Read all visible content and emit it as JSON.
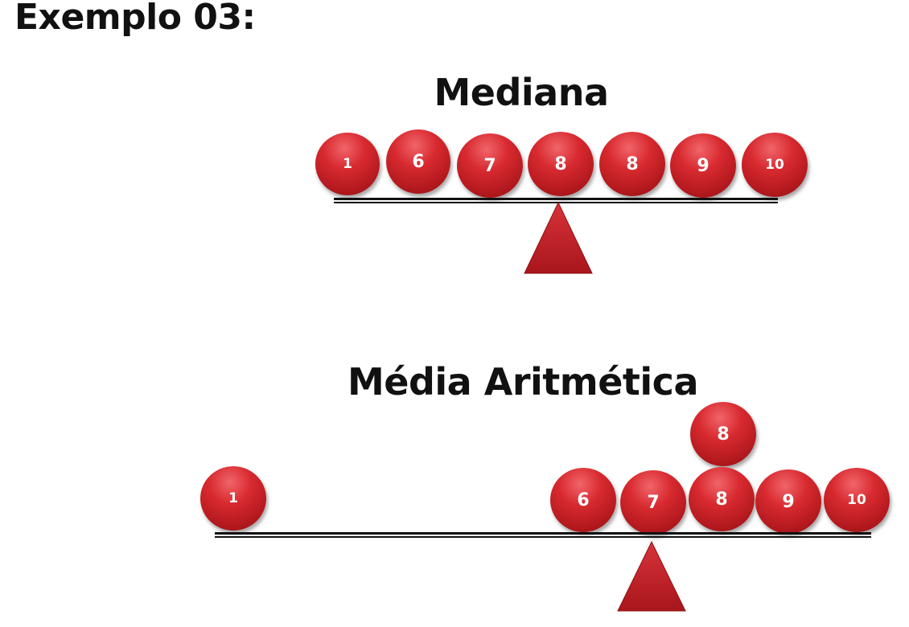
{
  "title": "Exemplo 03:",
  "mediana": {
    "title": "Mediana",
    "balls": [
      "1",
      "6",
      "7",
      "8",
      "8",
      "9",
      "10"
    ]
  },
  "media": {
    "title": "Média Aritmética",
    "balls": [
      "1",
      "6",
      "7",
      "8",
      "9",
      "10"
    ],
    "stacked_ball": "8"
  },
  "colors": {
    "ball": "#c8242a",
    "fulcrum": "#c0242a",
    "beam": "#111111"
  }
}
